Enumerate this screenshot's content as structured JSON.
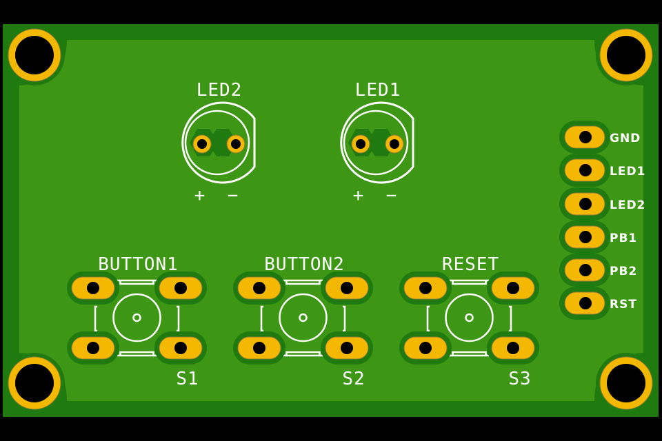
{
  "board": {
    "colors": {
      "background": "#000000",
      "board_edge": "#1f7a10",
      "copper_pour": "#3d9614",
      "pad": "#f5b800",
      "drill": "#000000",
      "silkscreen": "#ffffff"
    }
  },
  "leds": [
    {
      "ref": "LED2",
      "plus": "+",
      "minus": "−"
    },
    {
      "ref": "LED1",
      "plus": "+",
      "minus": "−"
    }
  ],
  "buttons": [
    {
      "label": "BUTTON1",
      "ref": "S1"
    },
    {
      "label": "BUTTON2",
      "ref": "S2"
    },
    {
      "label": "RESET",
      "ref": "S3"
    }
  ],
  "header_pins": [
    "GND",
    "LED1",
    "LED2",
    "PB1",
    "PB2",
    "RST"
  ]
}
